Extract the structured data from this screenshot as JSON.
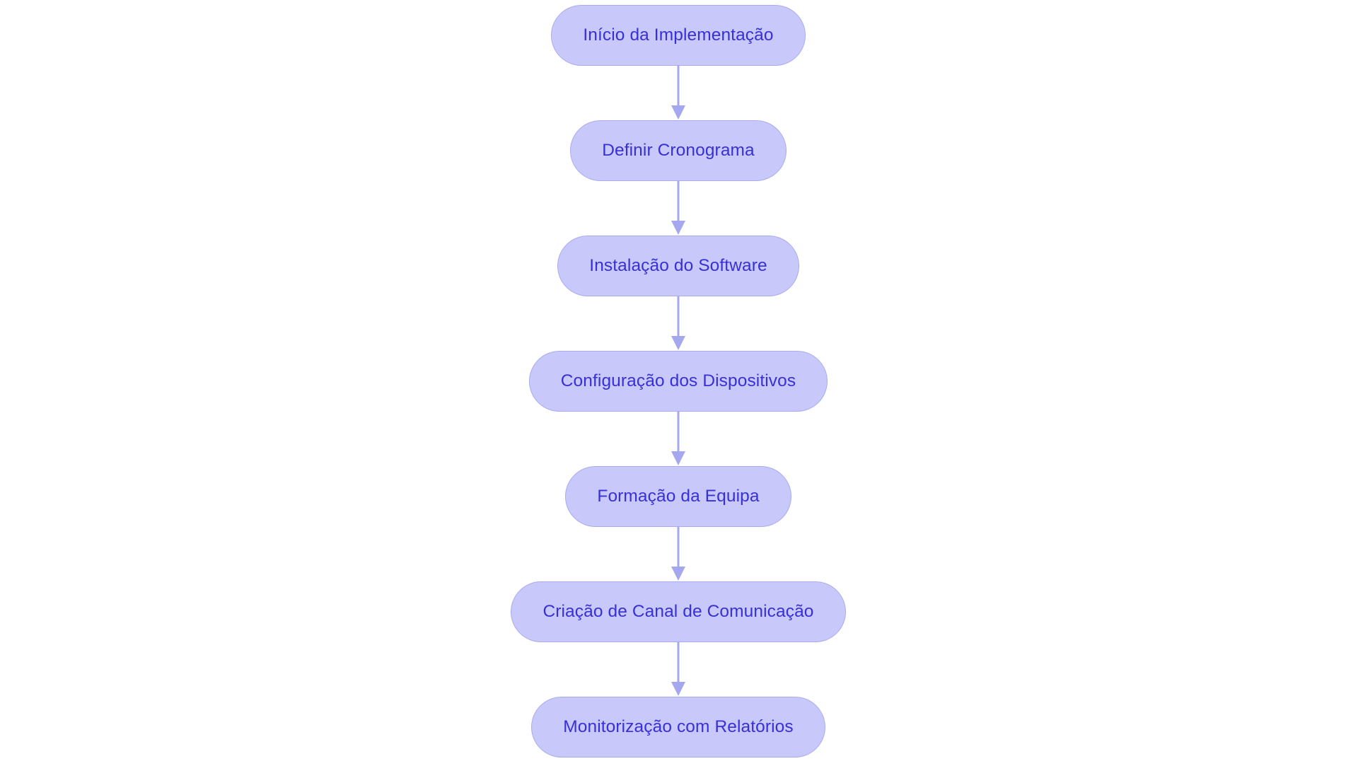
{
  "diagram": {
    "type": "flowchart",
    "orientation": "top-to-bottom",
    "background_color": "#ffffff",
    "node_fill_color": "#c8c9fa",
    "node_border_color": "#a9abf0",
    "node_text_color": "#3730d8",
    "connector_color": "#a5a8ee",
    "node_shape": "stadium",
    "nodes": [
      {
        "id": "n1",
        "label": "Início da Implementação"
      },
      {
        "id": "n2",
        "label": "Definir Cronograma"
      },
      {
        "id": "n3",
        "label": "Instalação do Software"
      },
      {
        "id": "n4",
        "label": "Configuração dos Dispositivos"
      },
      {
        "id": "n5",
        "label": "Formação da Equipa"
      },
      {
        "id": "n6",
        "label": "Criação de Canal de Comunicação"
      },
      {
        "id": "n7",
        "label": "Monitorização com Relatórios"
      }
    ],
    "edges": [
      {
        "from": "n1",
        "to": "n2",
        "arrow": "down-arrow"
      },
      {
        "from": "n2",
        "to": "n3",
        "arrow": "down-arrow"
      },
      {
        "from": "n3",
        "to": "n4",
        "arrow": "down-arrow"
      },
      {
        "from": "n4",
        "to": "n5",
        "arrow": "down-arrow"
      },
      {
        "from": "n5",
        "to": "n6",
        "arrow": "down-arrow"
      },
      {
        "from": "n6",
        "to": "n7",
        "arrow": "down-arrow"
      }
    ]
  }
}
